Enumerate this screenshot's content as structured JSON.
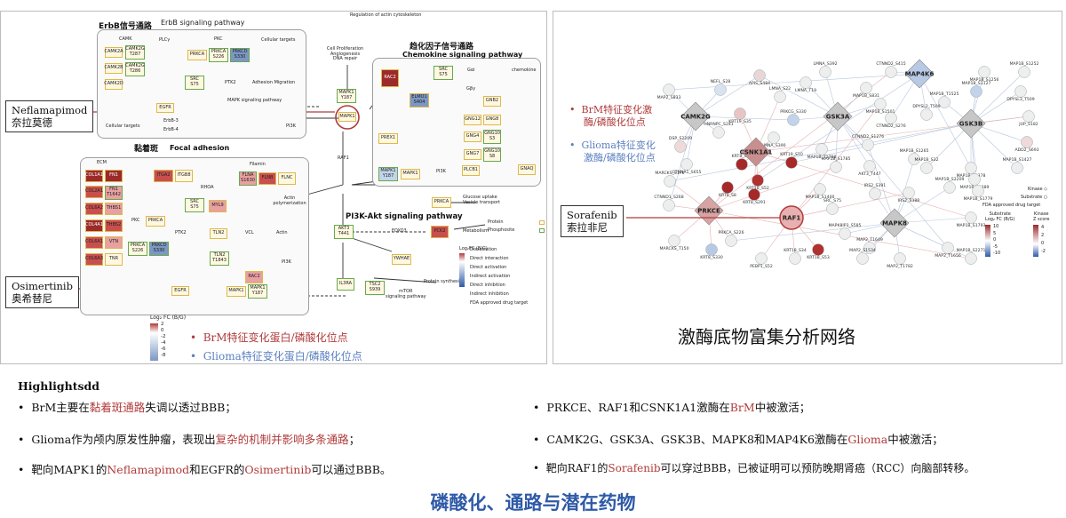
{
  "left_panel": {
    "erbb": {
      "title_cn": "ErbB信号通路",
      "title_en": "ErbB signaling pathway"
    },
    "focal": {
      "title_cn": "黏着斑",
      "title_en": "Focal adhesion"
    },
    "chemokine": {
      "title_cn": "趋化因子信号通路",
      "title_en": "Chemokine signaling pathway"
    },
    "pi3k": {
      "title": "PI3K-Akt signaling pathway"
    },
    "labels": {
      "camk": "CAMK",
      "plcy": "PLCγ",
      "pkc": "PKC",
      "cellular_targets": "Cellular targets",
      "ptk2": "PTK2",
      "adhesion_migration": "Adhesion Migration",
      "mapk_path": "MAPK signaling pathway",
      "erbb3": "ErbB-3",
      "erbb4": "ErbB-4",
      "pi3k1": "PI3K",
      "cellular_targets2": "Cellular targets",
      "reg_actin": "Regulation of actin cytoskeleton",
      "cell_prolif": "Cell Proliferation\nAngiogenesis\nDNA repair",
      "raf1": "RAF1",
      "gai": "Gαi",
      "chemokine": "chemokine",
      "gby": "Gβγ",
      "ecm": "ECM",
      "filamin": "Filamin",
      "rhoa": "RHOA",
      "actin_poly": "Actin\npolymerization",
      "pkc2": "PKC",
      "ptk2b": "PTK2",
      "vcl": "VCL",
      "actin": "Actin",
      "pi3k2": "PI3K",
      "pi3k3": "PI3K",
      "glucose": "Glucose uptake\nVesicle transport",
      "foxo3": "FOXO3",
      "metabolism": "Metabolism",
      "protein_synth": "Protein synthesis",
      "mtor": "mTOR\nsignaling pathway"
    },
    "boxes": {
      "camk2a": "CAMK2A",
      "camk2b": "CAMK2B",
      "camk2d": "CAMK2D",
      "camk2g_t287": "CAMK2G\nT287",
      "camk2g_t286": "CAMK2G\nT286",
      "prkca": "PRKCA",
      "prkca_s226": "PRKCA\nS226",
      "prkcd_s330": "PRKCD\nS330",
      "src_s75": "SRC\nS75",
      "egfr": "EGFR",
      "mapk1_y187": "MAPK1\nY187",
      "mapk1": "MAPK1",
      "rac2": "RAC2",
      "src_s75b": "SRC\nS75",
      "elmo1": "ELMO1\nS404",
      "gnb2": "GNB2",
      "gng12": "GNG12",
      "gng8": "GNG8",
      "gng4": "GNG4",
      "gng10_s3": "GNG10\nS3",
      "gng7": "GNG7",
      "gng10_s8": "GNG10\nS8",
      "prex1": "PREX1",
      "mapk1_y187b": "MAPK1\nY187",
      "mapk1b": "MAPK1",
      "plcb1": "PLCB1",
      "gnaq": "GNAQ",
      "col1a1": "COL1A1",
      "fn1": "FN1",
      "col2a1": "COL2A1",
      "fn1_t1642": "FN1\nT1642",
      "col6a2": "COL6A2",
      "thbs1": "THBS1",
      "col4a1": "COL4A1",
      "thbs2": "THBS2",
      "col6a1": "COL6A1",
      "vtn": "VTN",
      "col6a3": "COL6A3",
      "tnr": "TNR",
      "itga2": "ITGA2",
      "itgb8": "ITGB8",
      "flna": "FLNA\nS1630",
      "flnb": "FLNB",
      "flnc": "FLNC",
      "src_s75c": "SRC\nS75",
      "myl9": "MYL9",
      "prkca2": "PRKCA",
      "prkca_s226b": "PRKCA\nS226",
      "prkcd_s330b": "PRKCD\nS330",
      "tln2": "TLN2",
      "tln2_t1843": "TLN2\nT1843",
      "rac2b": "RAC2",
      "egfr2": "EGFR",
      "mapk1c": "MAPK1",
      "mapk1_y187c": "MAPK1\nY187",
      "prkca3": "PRKCA",
      "akt3_t441": "AKT3\nT441",
      "pck2": "PCK2",
      "ywhae": "YWHAE",
      "il3ra": "IL3RA",
      "tsc2_s939": "TSC2\nS939"
    },
    "legend": {
      "protein": "Protein",
      "phosphosite": "Phosphosite",
      "dissociation": "Dissociation",
      "direct_interaction": "Direct interaction",
      "direct_activation": "Direct activation",
      "indirect_activation": "Indirect activation",
      "direct_inhibition": "Direct inhibition",
      "indirect_inhibition": "Indirect inhibition",
      "fda": "FDA approved drug target",
      "logfc_title": "Log₂FC (B/G)",
      "ticks": [
        "2",
        "0",
        "-2",
        "-4",
        "-6",
        "-8"
      ]
    },
    "bottom_legend": {
      "logfc_title": "Log₂ FC (B/G)",
      "ticks": [
        "2",
        "0",
        "-2",
        "-4",
        "-6",
        "-8"
      ],
      "brm_label": "BrM特征变化蛋白/磷酸化位点",
      "glioma_label": "Glioma特征变化蛋白/磷酸化位点"
    },
    "callouts": {
      "neflamapimod": "Neflamapimod\n奈拉莫德",
      "osimertinib": "Osimertinib\n奥希替尼"
    }
  },
  "right_panel": {
    "legend_brm_a": "BrM特征变化激",
    "legend_brm_b": "酶/磷酸化位点",
    "legend_glioma_a": "Glioma特征变化",
    "legend_glioma_b": "激酶/磷酸化位点",
    "callout": "Sorafenib\n索拉非尼",
    "title": "激酶底物富集分析网络",
    "kinases": {
      "map4k6": "MAP4K6",
      "camk2g": "CAMK2G",
      "gsk3a": "GSK3A",
      "gsk3b": "GSK3B",
      "csnk1a1": "CSNK1A1",
      "prkce": "PRKCE",
      "raf1": "RAF1",
      "mapk8": "MAPK8"
    },
    "substrates": [
      "APIS_S484",
      "LMNA_S392",
      "LMNA_T19",
      "CTNND2_S415",
      "MAP1B_S1256",
      "MAP1B_S1252",
      "MAP2_S833",
      "NEFL_S28",
      "MAP1B_S831",
      "MAP1B_S1127",
      "DPYSL3_T509",
      "LMNA_S22",
      "MAP1B_S1501",
      "MAP1B_T1525",
      "KRT19_S35",
      "PRKCG_S330",
      "CTNND2_S276",
      "DPYSL2_T509",
      "JUP_S182",
      "HNRNPC_S241",
      "LMNA_S390",
      "CTNND2_S1276",
      "ADD2_S693",
      "DSP_S2209",
      "MAP1B_T1788",
      "MAP1B_S1265",
      "CTNNA1_S655",
      "MAP1B_S1785",
      "AKT3_T447",
      "MAP1B_S32",
      "MAP1B_S1378",
      "MAP1B_S1427",
      "MAP1B_S1389",
      "MARCKS_S170",
      "MAP1B_S1400",
      "IRS2_S391",
      "IRS2_S388",
      "MAP1B_S2209",
      "MAP1B_S1779",
      "CTNND1_S268",
      "KRT8_S291",
      "SRC_S75",
      "MAP1B_S1793",
      "MAPK8IP3_S585",
      "MARCKS_T150",
      "PRKCA_S226",
      "KRT8_S330",
      "MAP2_T1649",
      "MAP2_T1656",
      "MAP2_S1534",
      "MAP2_T1782",
      "MAP1B_S2271",
      "PEBP1_S52",
      "KRT18_S34",
      "KRT18_S52",
      "KRT8_S22",
      "KRT18_S53",
      "KRT19_S10",
      "KRT8_S8"
    ],
    "legend": {
      "kinase": "Kinase",
      "substrate": "Substrate",
      "fda": "FDA approved drug target",
      "substrate_fc": "Substrate\nLog₂ FC (B/G)",
      "kinase_z": "Kinase\nZ score",
      "sub_ticks": [
        "10",
        "5",
        "0",
        "-5",
        "-10"
      ],
      "kin_ticks": [
        "4",
        "2",
        "0",
        "-2"
      ]
    }
  },
  "highlights": {
    "title": "Highlightsdd",
    "left": [
      {
        "a": "BrM主要在",
        "b": "黏着斑通路",
        "c": "失调以透过BBB；"
      },
      {
        "a": "Glioma作为颅内原发性肿瘤，表现出",
        "b": "复杂的机制并影响多条通路",
        "c": "；"
      },
      {
        "a": "靶向MAPK1的",
        "b": "Neflamapimod",
        "c": "和EGFR的",
        "d": "Osimertinib",
        "e": "可以通过BBB。"
      }
    ],
    "right": [
      {
        "a": "PRKCE、RAF1和CSNK1A1激酶在",
        "b": "BrM",
        "c": "中被激活；"
      },
      {
        "a": "CAMK2G、GSK3A、GSK3B、MAPK8和MAP4K6激酶在",
        "b": "Glioma",
        "c": "中被激活；"
      },
      {
        "a": "靶向RAF1的",
        "b": "Sorafenib",
        "c": "可以穿过BBB，已被证明可以预防晚期肾癌（RCC）向脑部转移。"
      }
    ],
    "footer": "磷酸化、通路与潜在药物"
  },
  "colors": {
    "accent_red": "#b13b3b",
    "accent_blue": "#2f5aa8",
    "footer_blue": "#2f5aa8"
  }
}
